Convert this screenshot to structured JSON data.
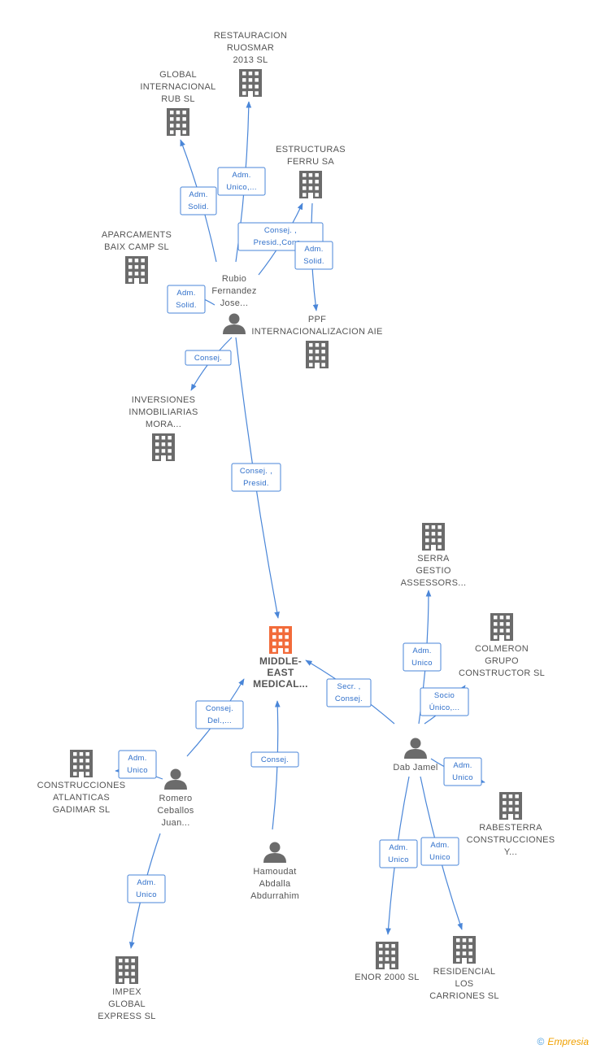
{
  "focus": {
    "name": "MIDDLE-EAST MEDICAL...",
    "lines": [
      "MIDDLE-",
      "EAST",
      "MEDICAL..."
    ],
    "color": "#f26b3a"
  },
  "companies": [
    {
      "id": "restauracion",
      "lines": [
        "RESTAURACION",
        "RUOSMAR",
        "2013 SL"
      ]
    },
    {
      "id": "global-internacional",
      "lines": [
        "GLOBAL",
        "INTERNACIONAL",
        "RUB SL"
      ]
    },
    {
      "id": "estructuras",
      "lines": [
        "ESTRUCTURAS",
        "FERRU SA"
      ]
    },
    {
      "id": "aparcaments",
      "lines": [
        "APARCAMENTS",
        "BAIX CAMP SL"
      ]
    },
    {
      "id": "ppf",
      "lines": [
        "PPF",
        "INTERNACIONALIZACION AIE"
      ]
    },
    {
      "id": "inversiones",
      "lines": [
        "INVERSIONES",
        "INMOBILIARIAS",
        "MORA..."
      ]
    },
    {
      "id": "serra",
      "lines": [
        "SERRA",
        "GESTIO",
        "ASSESSORS..."
      ]
    },
    {
      "id": "colmeron",
      "lines": [
        "COLMERON",
        "GRUPO",
        "CONSTRUCTOR SL"
      ]
    },
    {
      "id": "construcciones-atlanticas",
      "lines": [
        "CONSTRUCCIONES",
        "ATLANTICAS",
        "GADIMAR SL"
      ]
    },
    {
      "id": "rabesterra",
      "lines": [
        "RABESTERRA",
        "CONSTRUCCIONES",
        "Y..."
      ]
    },
    {
      "id": "impex",
      "lines": [
        "IMPEX",
        "GLOBAL",
        "EXPRESS SL"
      ]
    },
    {
      "id": "enor",
      "lines": [
        "ENOR 2000 SL"
      ]
    },
    {
      "id": "residencial",
      "lines": [
        "RESIDENCIAL",
        "LOS",
        "CARRIONES SL"
      ]
    }
  ],
  "persons": [
    {
      "id": "rubio",
      "lines": [
        "Rubio",
        "Fernandez",
        "Jose..."
      ]
    },
    {
      "id": "dab",
      "lines": [
        "Dab Jamel"
      ]
    },
    {
      "id": "romero",
      "lines": [
        "Romero",
        "Ceballos",
        "Juan..."
      ]
    },
    {
      "id": "hamoudat",
      "lines": [
        "Hamoudat",
        "Abdalla",
        "Abdurrahim"
      ]
    }
  ],
  "edges": [
    {
      "from": "rubio",
      "to": "global-internacional",
      "label": [
        "Adm.",
        "Solid."
      ]
    },
    {
      "from": "rubio",
      "to": "restauracion",
      "label": [
        "Adm.",
        "Unico,..."
      ]
    },
    {
      "from": "rubio",
      "to": "estructuras",
      "label": [
        "Consej. ,",
        "Presid.,Cons..."
      ]
    },
    {
      "from": "estructuras",
      "to": "ppf",
      "label": [
        "Adm.",
        "Solid."
      ]
    },
    {
      "from": "rubio",
      "to": "aparcaments",
      "label": [
        "Adm.",
        "Solid."
      ]
    },
    {
      "from": "rubio",
      "to": "inversiones",
      "label": [
        "Consej."
      ]
    },
    {
      "from": "rubio",
      "to": "focus",
      "label": [
        "Consej. ,",
        "Presid."
      ]
    },
    {
      "from": "dab",
      "to": "serra",
      "label": [
        "Adm.",
        "Unico"
      ]
    },
    {
      "from": "dab",
      "to": "colmeron",
      "label": [
        "Socio",
        "Único,..."
      ]
    },
    {
      "from": "dab",
      "to": "focus",
      "label": [
        "Secr. ,",
        "Consej."
      ]
    },
    {
      "from": "dab",
      "to": "rabesterra",
      "label": [
        "Adm.",
        "Unico"
      ]
    },
    {
      "from": "dab",
      "to": "enor",
      "label": [
        "Adm.",
        "Unico"
      ]
    },
    {
      "from": "dab",
      "to": "residencial",
      "label": [
        "Adm.",
        "Unico"
      ]
    },
    {
      "from": "romero",
      "to": "focus",
      "label": [
        "Consej.",
        "Del.,..."
      ]
    },
    {
      "from": "romero",
      "to": "construcciones-atlanticas",
      "label": [
        "Adm.",
        "Unico"
      ]
    },
    {
      "from": "romero",
      "to": "impex",
      "label": [
        "Adm.",
        "Unico"
      ]
    },
    {
      "from": "hamoudat",
      "to": "focus",
      "label": [
        "Consej."
      ]
    }
  ],
  "colors": {
    "edge": "#4a86d8",
    "node": "#6b6b6b",
    "focus": "#f26b3a"
  },
  "icons": {
    "company": "building-icon",
    "person": "person-icon"
  },
  "footer": {
    "copyright": "©",
    "brand": "Empresia"
  }
}
